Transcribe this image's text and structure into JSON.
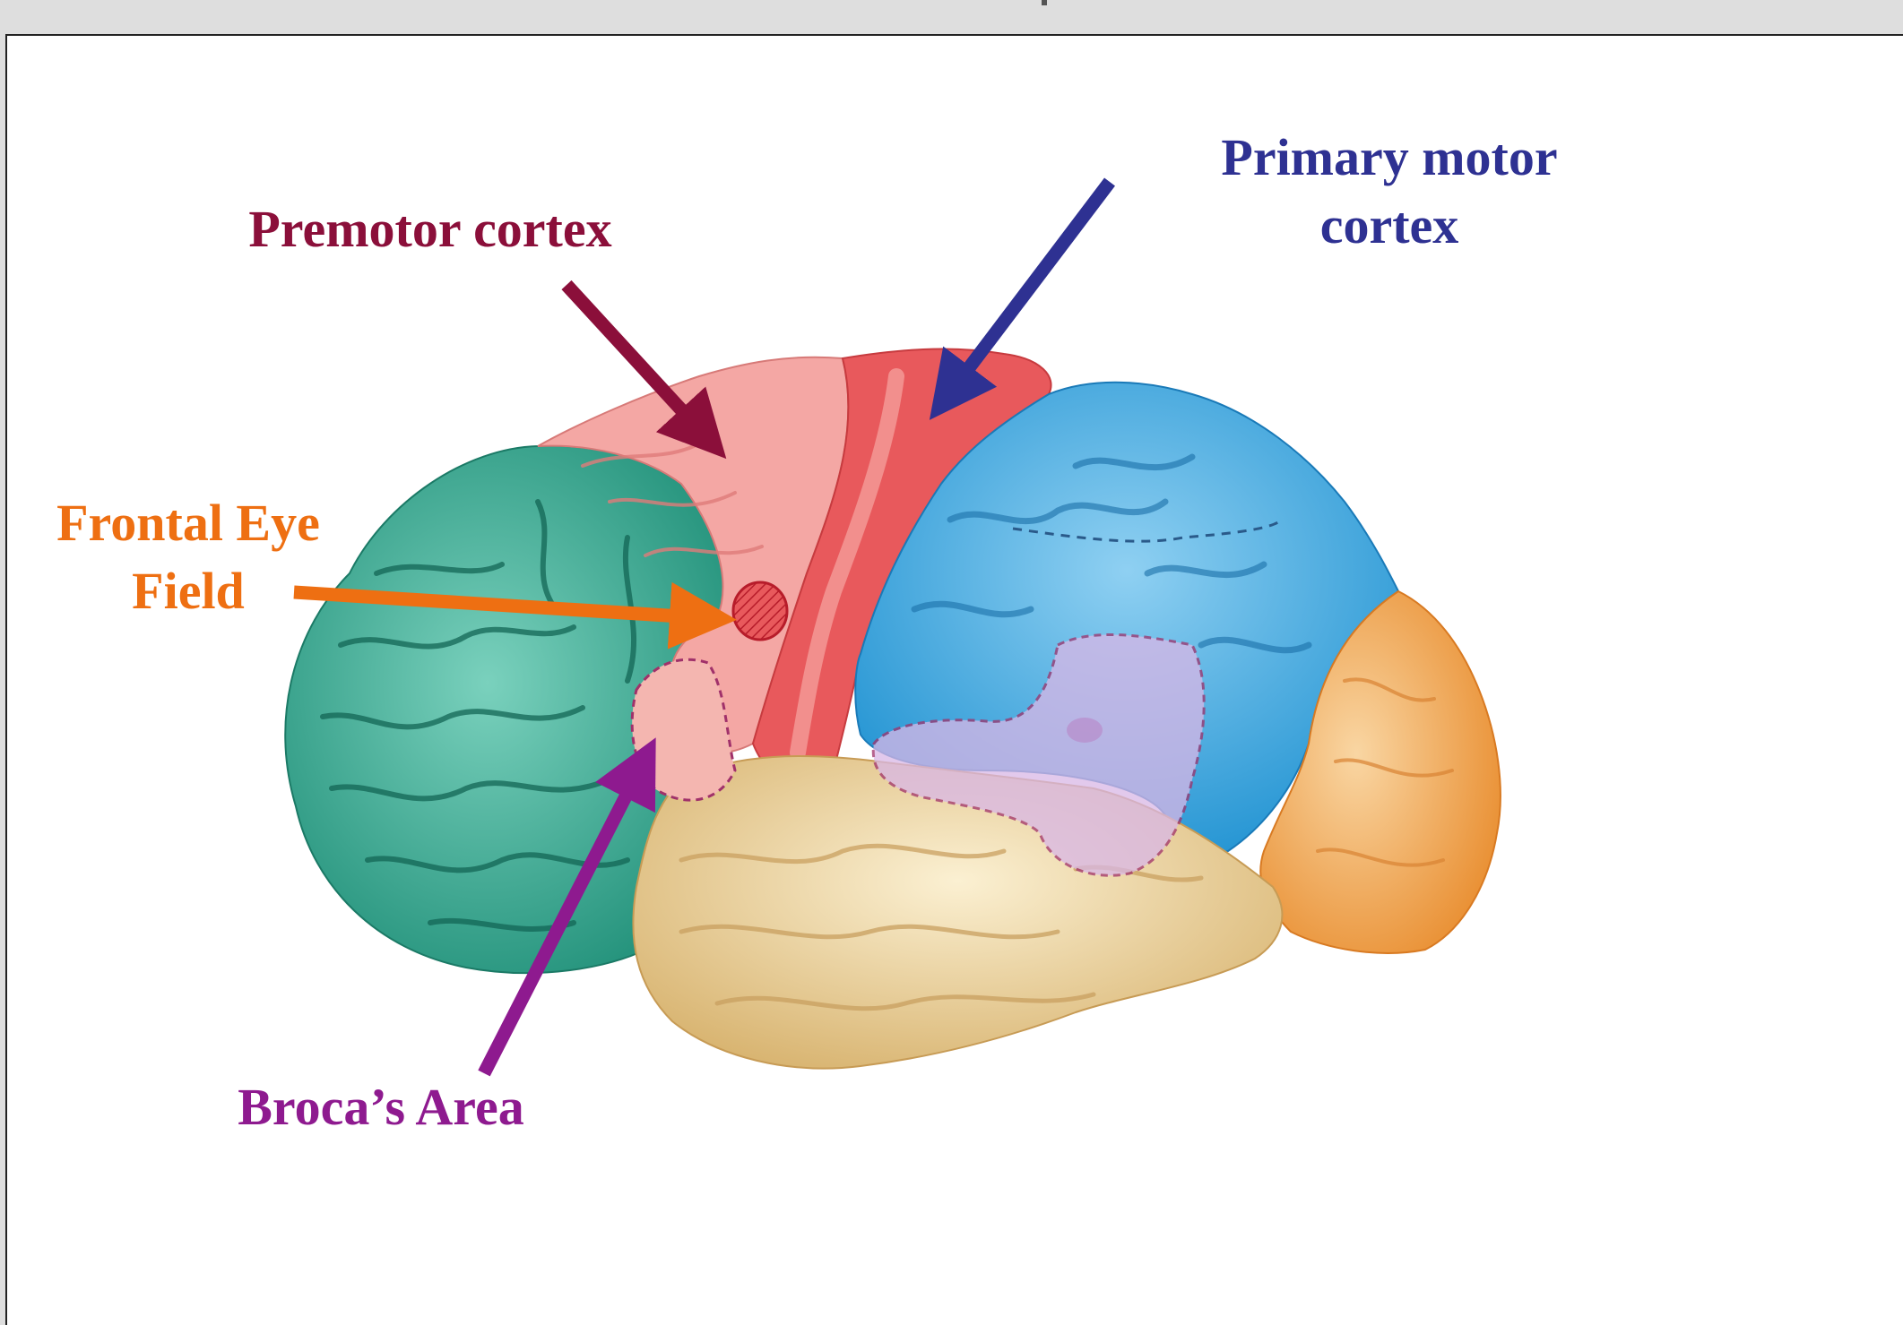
{
  "labels": {
    "premotor": {
      "text": "Premotor cortex",
      "color": "#8b0f3a"
    },
    "primary_motor": {
      "line1": "Primary motor",
      "line2": "cortex",
      "color": "#2e3192"
    },
    "frontal_eye_field": {
      "line1": "Frontal Eye",
      "line2": "Field",
      "color": "#ee6f12"
    },
    "broca": {
      "text": "Broca’s Area",
      "color": "#8e1a8f"
    }
  },
  "region_colors": {
    "prefrontal": "#2fa88f",
    "premotor": "#f4a7a4",
    "primary_motor": "#e8595c",
    "parietal": "#3ba8e0",
    "occipital": "#f3a347",
    "temporal": "#ecd095",
    "wernicke_overlay": "#d9b7e6"
  }
}
